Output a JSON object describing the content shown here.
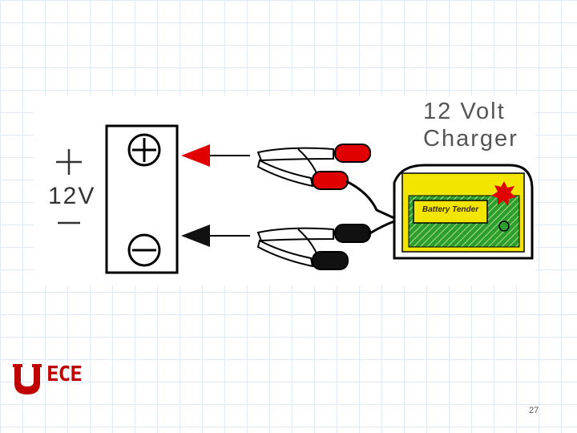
{
  "charger": {
    "title": "12 Volt\nCharger",
    "brand_label": "Battery Tender"
  },
  "battery": {
    "voltage_label": "12V",
    "positive_symbol": "+",
    "negative_symbol": "−"
  },
  "logo": {
    "text": "ECE"
  },
  "footer": {
    "page_number": "27"
  },
  "colors": {
    "positive": "#e00000",
    "negative": "#111111",
    "charger_green": "#2e9e2e",
    "charger_yellow": "#f2e600",
    "logo_red": "#c00000"
  }
}
